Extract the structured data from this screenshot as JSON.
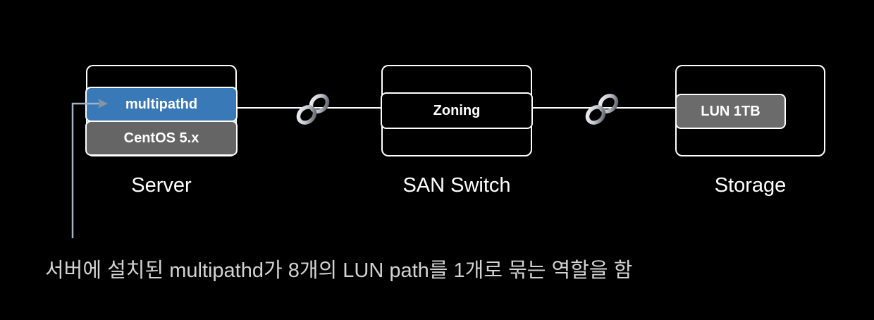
{
  "nodes": {
    "server": {
      "title": "Server",
      "daemon_label": "multipathd",
      "os_label": "CentOS 5.x"
    },
    "san_switch": {
      "title": "SAN Switch",
      "zoning_label": "Zoning"
    },
    "storage": {
      "title": "Storage",
      "lun_label": "LUN 1TB"
    }
  },
  "connectors": [
    {
      "from": "Server",
      "to": "SAN Switch",
      "icon": "chain-link-icon"
    },
    {
      "from": "SAN Switch",
      "to": "Storage",
      "icon": "chain-link-icon"
    }
  ],
  "annotation": {
    "caption": "서버에 설치된 multipathd가 8개의 LUN path를 1개로 묶는 역할을 함",
    "points_to": "multipathd"
  },
  "colors": {
    "background": "#000000",
    "box_border": "#ffffff",
    "daemon_fill": "#3a79b8",
    "os_fill": "#656565",
    "lun_fill": "#6b6b6b",
    "title_text": "#ffffff",
    "caption_text": "#d3d3d3",
    "annotation_line": "#a4b1c6",
    "annotation_arrowhead": "#8d949e"
  }
}
